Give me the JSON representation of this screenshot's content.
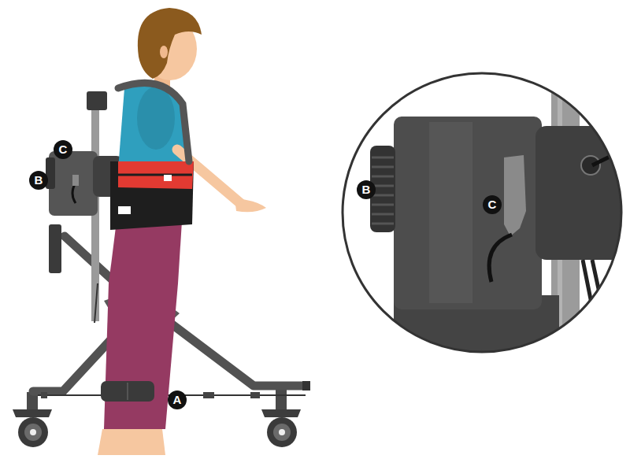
{
  "diagram": {
    "labels": [
      "C",
      "B",
      "A",
      "B",
      "C"
    ]
  }
}
